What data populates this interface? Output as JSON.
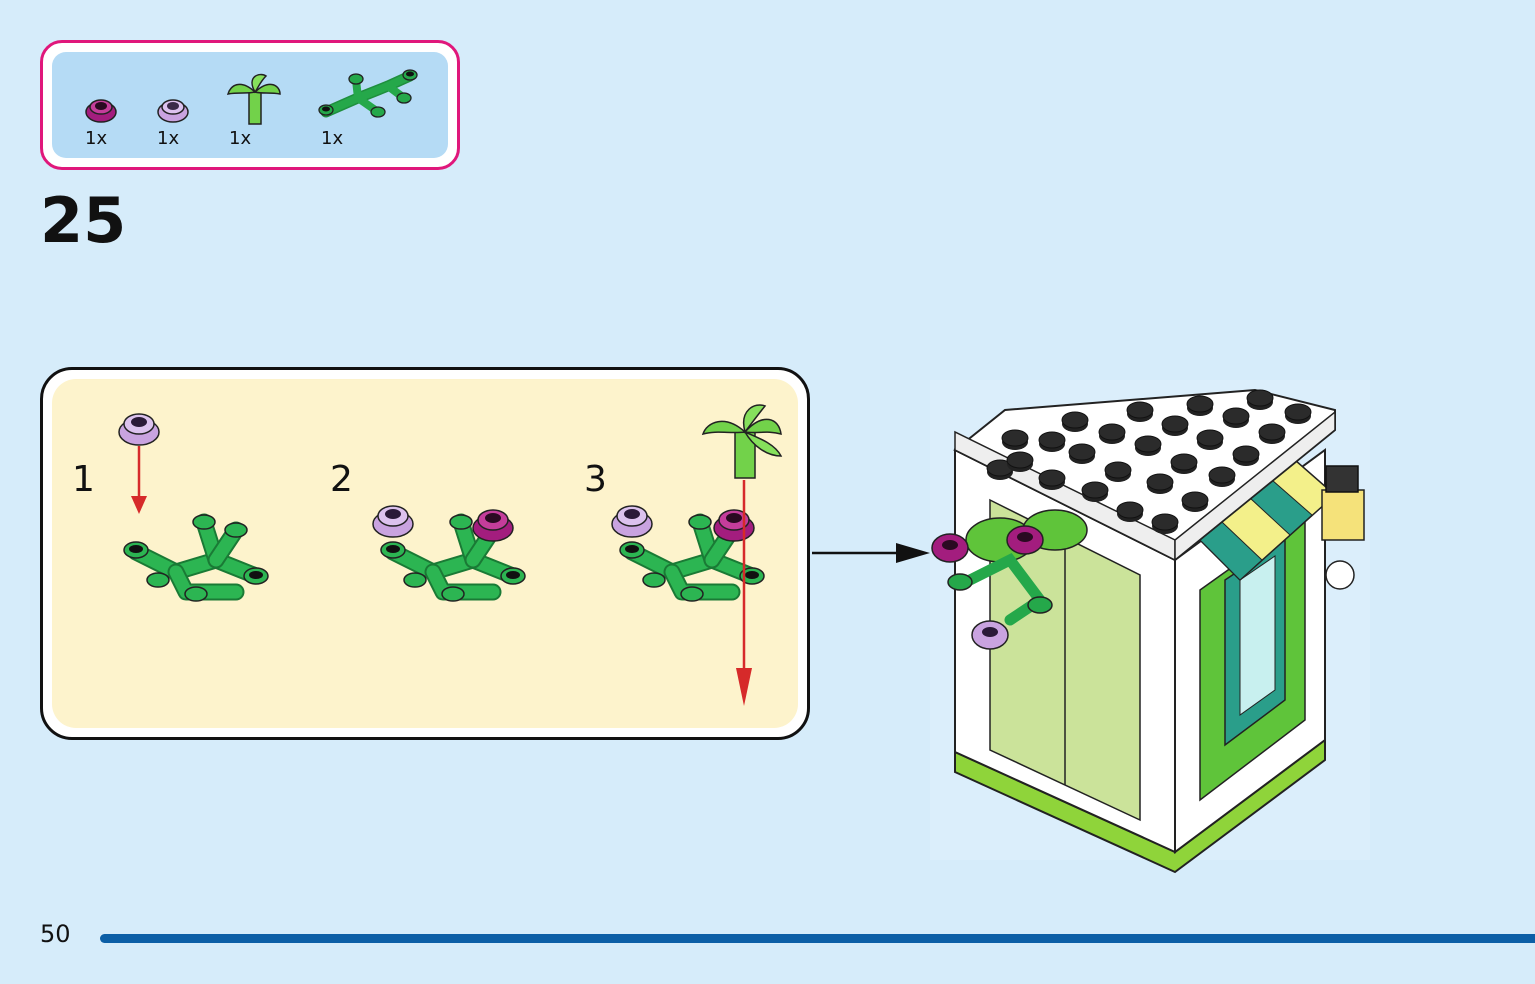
{
  "parts_list": {
    "items": [
      {
        "name": "magenta round flower plate",
        "qty": "1x",
        "color": "#a31d7e"
      },
      {
        "name": "lavender round flower plate",
        "qty": "1x",
        "color": "#c9a3e0"
      },
      {
        "name": "bright green palm leaf stem",
        "qty": "1x",
        "color": "#72d24a"
      },
      {
        "name": "green branch plate",
        "qty": "1x",
        "color": "#25a84a"
      }
    ],
    "border_color": "#e0177b",
    "background_color": "#b5dbf5"
  },
  "step": {
    "number": "25"
  },
  "sub_steps": [
    {
      "label": "1",
      "arrow_color": "#d62a2a"
    },
    {
      "label": "2"
    },
    {
      "label": "3",
      "arrow_color": "#d62a2a"
    }
  ],
  "sub_panel_background": "#fdf3cc",
  "footer": {
    "page_number": "50",
    "bar_color": "#0c5fa6"
  }
}
